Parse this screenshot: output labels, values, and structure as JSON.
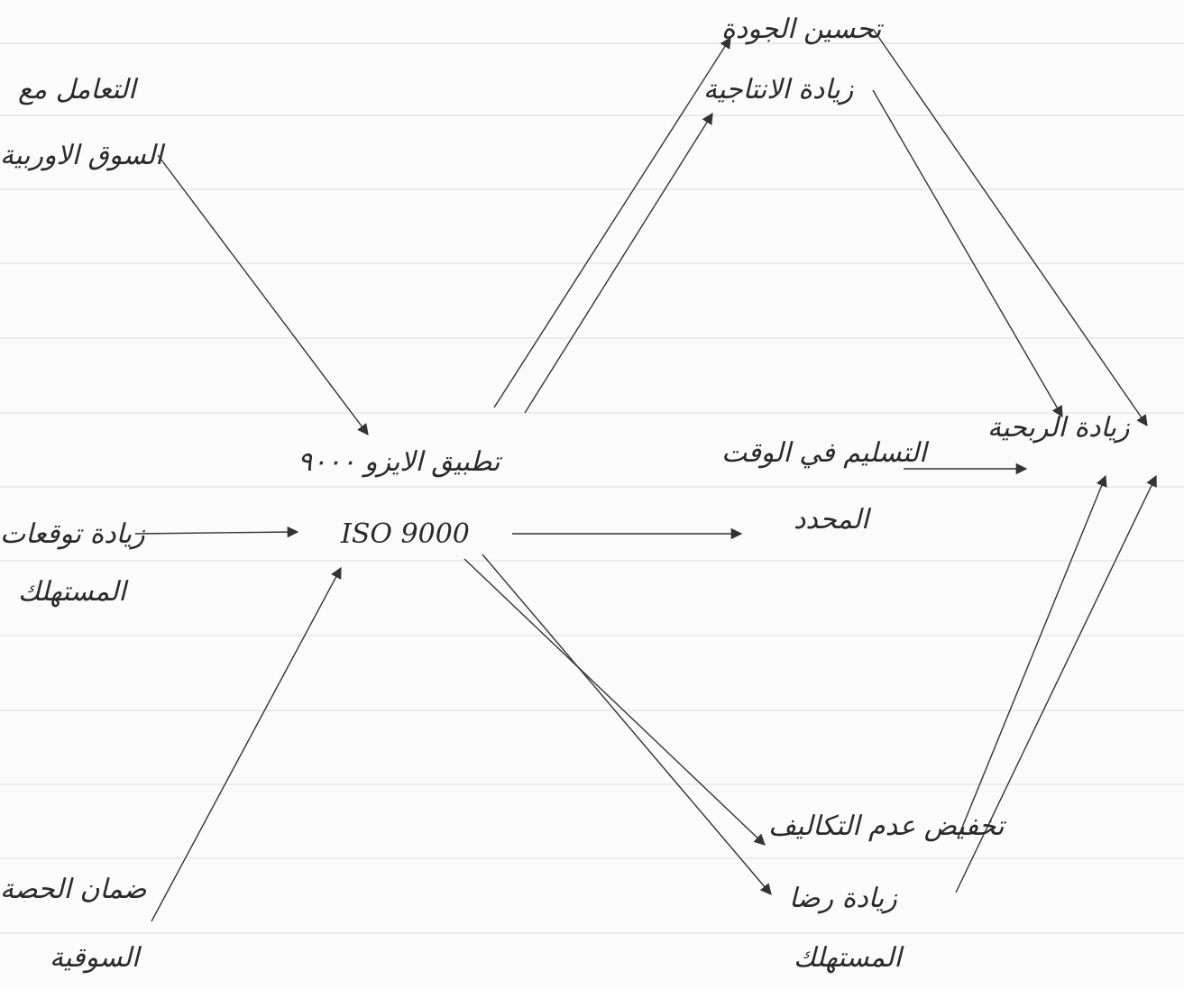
{
  "diagram": {
    "nodes": {
      "iso": {
        "line1": "تطبيق الايزو ٩٠٠٠",
        "line2": "ISO 9000"
      },
      "eu_market": {
        "line1": "التعامل مع",
        "line2": "السوق الاوربية"
      },
      "customer_satisfaction": {
        "line1": "زيادة توقعات",
        "line2": "المستهلك"
      },
      "market_share": {
        "line1": "ضمان الحصة",
        "line2": "السوقية"
      },
      "quality": {
        "line1": "تحسين الجودة"
      },
      "productivity": {
        "line1": "زيادة الانتاجية"
      },
      "on_time_delivery": {
        "line1": "التسليم في الوقت",
        "line2": "المحدد"
      },
      "reduce_costs": {
        "line1": "تخفيض عدم التكاليف"
      },
      "consumer_loyalty": {
        "line1": "زيادة رضا",
        "line2": "المستهلك"
      },
      "profitability": {
        "line1": "زيادة الربحية"
      }
    },
    "style": {
      "ink": "#333333",
      "paper": "#fbfbfb",
      "rule_line": "#dcdcdc"
    }
  }
}
